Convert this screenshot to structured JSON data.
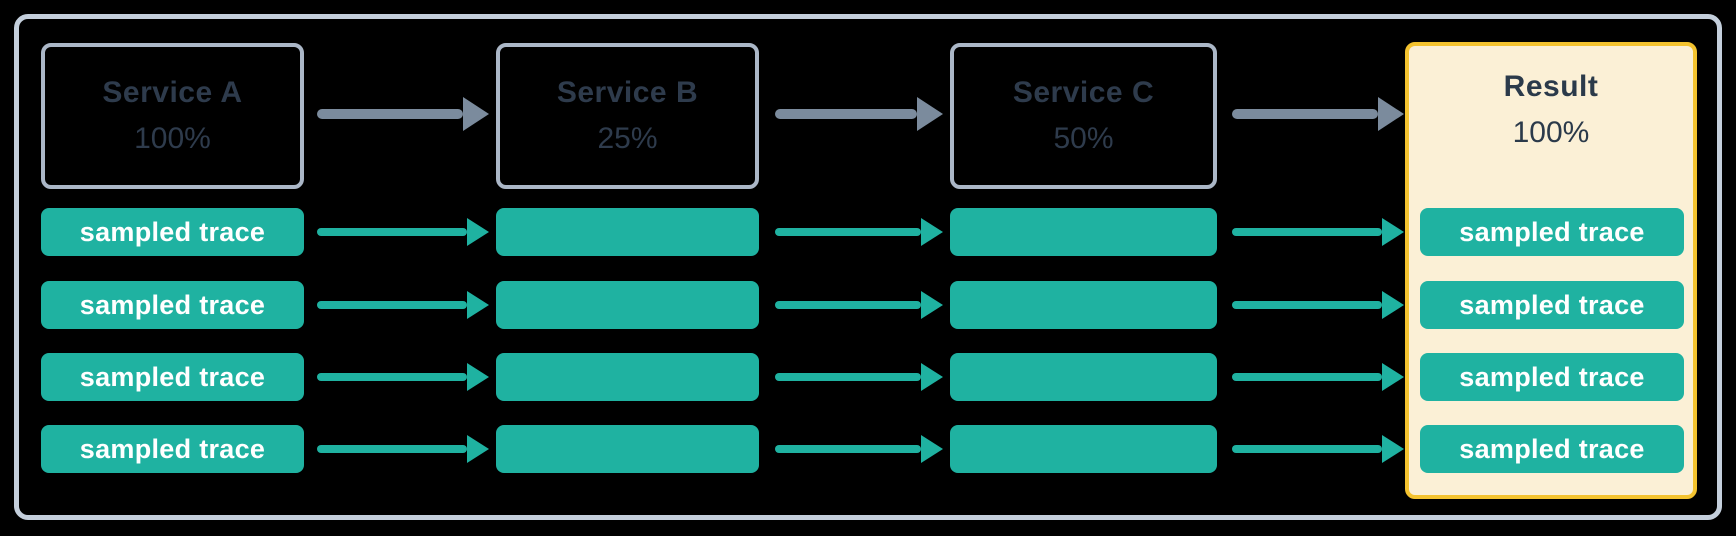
{
  "diagram": {
    "services": [
      {
        "name": "Service A",
        "rate": "100%"
      },
      {
        "name": "Service B",
        "rate": "25%"
      },
      {
        "name": "Service C",
        "rate": "50%"
      }
    ],
    "result": {
      "name": "Result",
      "rate": "100%"
    },
    "trace_label": "sampled trace",
    "row_count": 4,
    "colors": {
      "background": "#000000",
      "frame_border": "#c4cfdc",
      "service_box_border": "#abb7c7",
      "service_text": "#2e3b4c",
      "trace_teal": "#1fb2a1",
      "trace_text": "#ffffff",
      "gray_arrow": "#7b8b9d",
      "result_background": "#fbf0d6",
      "result_border": "#f4c32f",
      "result_text": "#2b3a4a"
    }
  }
}
